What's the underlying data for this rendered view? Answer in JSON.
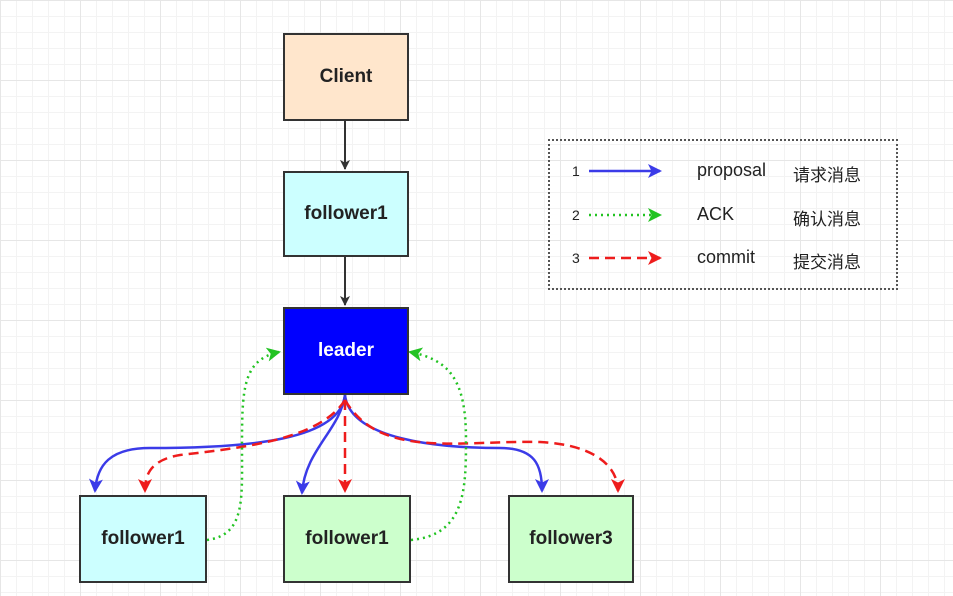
{
  "nodes": {
    "client": "Client",
    "follower_top": "follower1",
    "leader": "leader",
    "follower_left": "follower1",
    "follower_middle": "follower1",
    "follower_right": "follower3"
  },
  "legend": [
    {
      "num": "1",
      "label": "proposal",
      "desc": "请求消息",
      "color": "#3b3be8",
      "style": "solid"
    },
    {
      "num": "2",
      "label": "ACK",
      "desc": "确认消息",
      "color": "#22c322",
      "style": "dotted"
    },
    {
      "num": "3",
      "label": "commit",
      "desc": "提交消息",
      "color": "#ee1c1c",
      "style": "dashed"
    }
  ],
  "colors": {
    "client_fill": "#ffe6cc",
    "follower_cyan_fill": "#ccffff",
    "leader_fill": "#0000ff",
    "follower_green_fill": "#ccffcc",
    "arrow_dark": "#333333"
  }
}
